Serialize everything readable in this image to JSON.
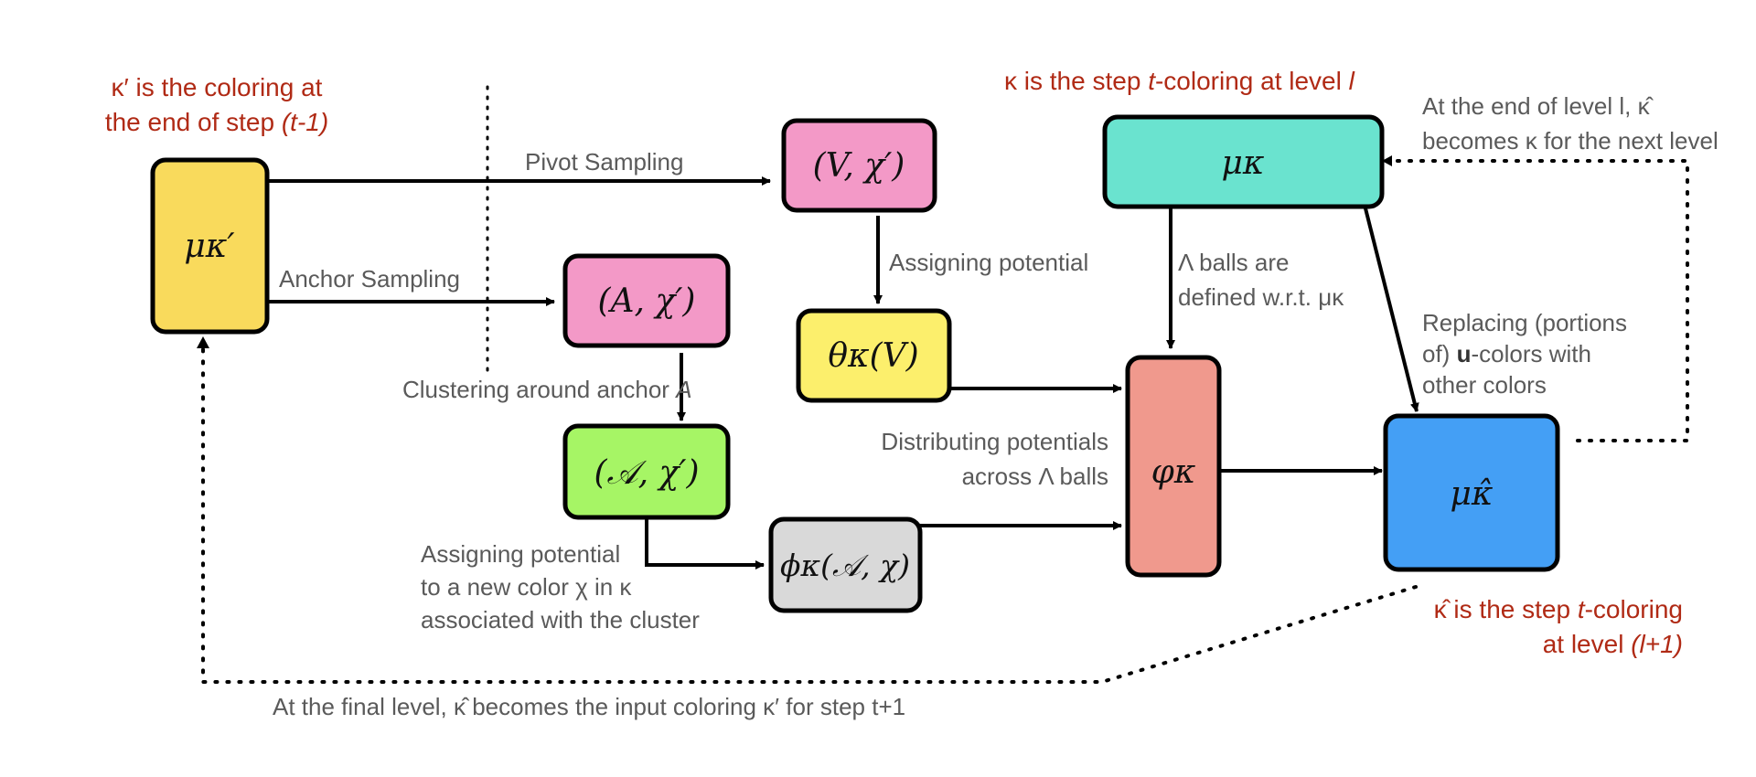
{
  "colors": {
    "box_yellow_dark": "#f9da5c",
    "box_pink": "#f399c7",
    "box_yellow_light": "#fcef6c",
    "box_green": "#a6f565",
    "box_gray": "#d9d9d9",
    "box_teal": "#6ae3cf",
    "box_salmon": "#f0998d",
    "box_blue": "#449ff5",
    "annotation_red": "#b02a15",
    "label_gray": "#5a5a5a"
  },
  "nodes": {
    "mu_kappa_prime": "μκ′",
    "v_chi": "(V, χ′)",
    "a_chi": "(A, χ′)",
    "theta": "θκ(V)",
    "cal_a_chi": "(𝒜, χ′)",
    "phi": "ϕκ(𝒜, χ)",
    "varphi": "φκ",
    "mu_kappa": "μκ",
    "mu_kappa_hat": "μκ̂"
  },
  "labels": {
    "kappa_prime_line1": "κ′ is the coloring at",
    "kappa_prime_line2": "the end of step ",
    "kappa_prime_line2_em": "(t-1)",
    "kappa_step_a": "κ is the step ",
    "kappa_step_b": "t",
    "kappa_step_c": "-coloring at level ",
    "kappa_step_d": "l",
    "end_level_line1": "At the end of level l,  κ̂",
    "end_level_line2": "becomes κ for the next level",
    "pivot_sampling": "Pivot Sampling",
    "anchor_sampling": "Anchor Sampling",
    "assigning_potential": "Assigning potential",
    "lambda_line1": "Λ balls are",
    "lambda_line2": "defined w.r.t. μκ",
    "clustering_a": "Clustering around anchor ",
    "clustering_b": "A",
    "distributing_line1": "Distributing potentials",
    "distributing_line2": "across Λ balls",
    "replacing_line1": "Replacing (portions",
    "replacing_line2a": "of) ",
    "replacing_line2b": "u",
    "replacing_line2c": "-colors with",
    "replacing_line3": "other colors",
    "assign_new_line1": "Assigning potential",
    "assign_new_line2": "to a new color χ in κ",
    "assign_new_line3": "associated with the cluster",
    "kappa_hat_line1a": "κ̂ is the step ",
    "kappa_hat_line1b": "t",
    "kappa_hat_line1c": "-coloring",
    "kappa_hat_line2a": "at level ",
    "kappa_hat_line2b": "(l+1)",
    "final_level": "At the final level,  κ̂  becomes the input coloring κ′ for step t+1"
  }
}
